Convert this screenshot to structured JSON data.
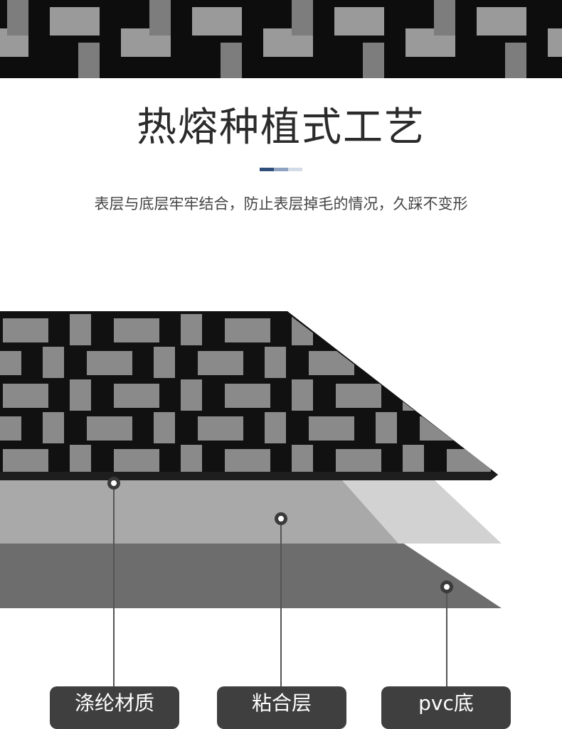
{
  "section": {
    "title": "热熔种植式工艺",
    "subtitle": "表层与底层牢牢结合，防止表层掉毛的情况，久踩不变形",
    "accent_colors": [
      "#2f4f7a",
      "#8fa3c0",
      "#d3dbe6"
    ]
  },
  "layers": [
    {
      "label": "涤纶材质"
    },
    {
      "label": "粘合层"
    },
    {
      "label": "pvc底"
    }
  ],
  "colors": {
    "mat_dark": "#0d0d0d",
    "mat_tile": "#8a8a8a",
    "adhesive_layer": "#cfcfcf",
    "pvc_layer": "#6d6d6d",
    "label_bg": "#3f3f3f"
  }
}
